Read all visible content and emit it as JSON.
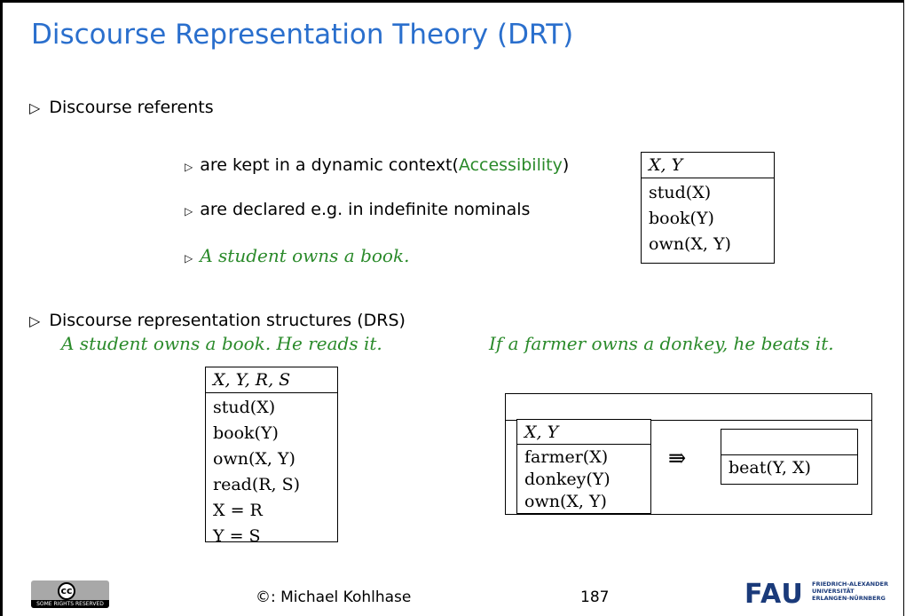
{
  "title": "Discourse Representation Theory (DRT)",
  "bullets": {
    "referents": "Discourse referents",
    "kept": "are kept in a dynamic context(",
    "accessibility": "Accessibility",
    "kept_close": ")",
    "declared": "are declared e.g. in indefinite nominals",
    "example": "A student owns a book.",
    "drs": "Discourse representation structures (DRS)",
    "example2a": "A student owns a book. He reads it.",
    "example2b": "If a farmer owns a donkey, he beats it."
  },
  "drs1": {
    "header": "X, Y",
    "conditions": [
      "stud(X)",
      "book(Y)",
      "own(X, Y)"
    ]
  },
  "drs2": {
    "header": "X, Y, R, S",
    "conditions": [
      "stud(X)",
      "book(Y)",
      "own(X, Y)",
      "read(R, S)",
      "X = R",
      "Y = S"
    ]
  },
  "drs3": {
    "left": {
      "header": "X, Y",
      "conditions": [
        "farmer(X)",
        "donkey(Y)",
        "own(X, Y)"
      ]
    },
    "arrow": "⇛",
    "right": {
      "header": "",
      "conditions": [
        "beat(Y, X)"
      ]
    }
  },
  "footer": {
    "cc_text": "SOME RIGHTS RESERVED",
    "author": "Michael Kohlhase",
    "copyright_prefix": "©: ",
    "page": "187",
    "logo_text": "FAU",
    "logo_sub": [
      "FRIEDRICH-ALEXANDER",
      "UNIVERSITÄT",
      "ERLANGEN-NÜRNBERG"
    ]
  },
  "colors": {
    "title": "#2a6fcd",
    "green": "#2a8a2a",
    "logo": "#1a3a7a"
  }
}
